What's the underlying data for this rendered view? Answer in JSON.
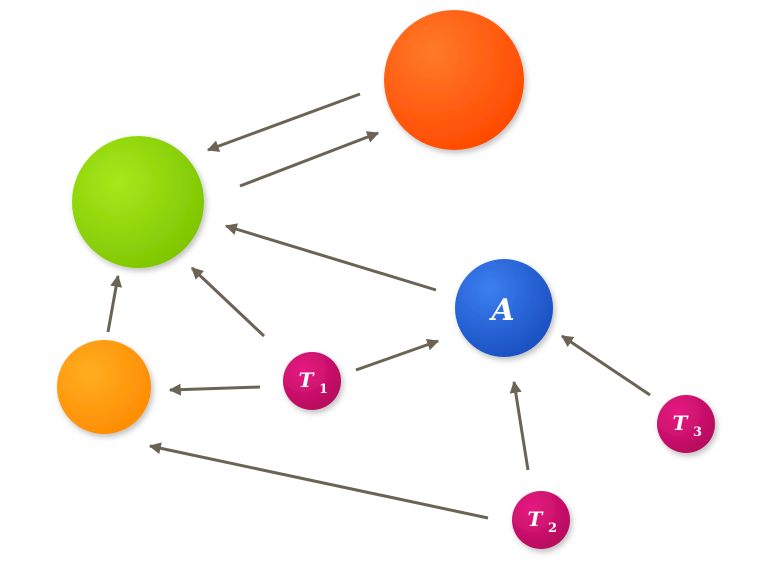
{
  "colors": {
    "orange_red": "#ff5a10",
    "green": "#8ed60a",
    "orange": "#ff9a10",
    "blue": "#2a66d8",
    "magenta": "#d0106e",
    "arrow": "#6b6354"
  },
  "nodes": {
    "a": {
      "label": "A"
    },
    "t1": {
      "label": "T",
      "sub": "1"
    },
    "t2": {
      "label": "T",
      "sub": "2"
    },
    "t3": {
      "label": "T",
      "sub": "3"
    }
  }
}
